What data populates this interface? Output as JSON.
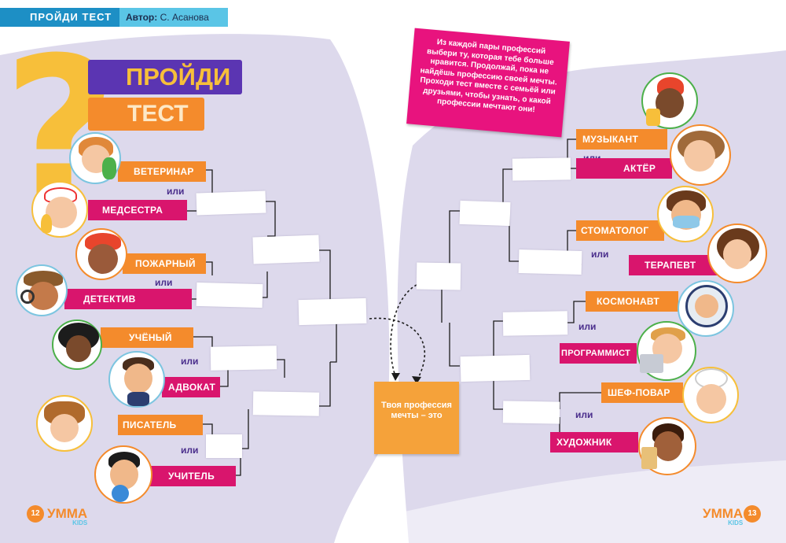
{
  "header": {
    "section": "ПРОЙДИ ТЕСТ",
    "author_label": "Автор:",
    "author_name": "С. Асанова"
  },
  "title": {
    "line1": "ПРОЙДИ",
    "line2": "ТЕСТ",
    "question_mark": "?"
  },
  "instruction": "Из каждой пары профессий выбери ту, которая тебе больше нравится. Продолжай, пока не найдёшь профессию своей мечты. Проходи тест вместе с семьёй или друзьями, чтобы узнать, о какой профессии мечтают они!",
  "connector": "или",
  "left_professions": {
    "veterinar": "ВЕТЕРИНАР",
    "medsestra": "МЕДСЕСТРА",
    "pozharny": "ПОЖАРНЫЙ",
    "detektiv": "ДЕТЕКТИВ",
    "ucheny": "УЧЁНЫЙ",
    "advokat": "АДВОКАТ",
    "pisatel": "ПИСАТЕЛЬ",
    "uchitel": "УЧИТЕЛЬ"
  },
  "right_professions": {
    "muzykant": "МУЗЫКАНТ",
    "akter": "АКТЁР",
    "stomatolog": "СТОМАТОЛОГ",
    "terapevt": "ТЕРАПЕВТ",
    "kosmonavt": "КОСМОНАВТ",
    "programmist": "ПРОГРАММИСТ",
    "shef_povar": "ШЕФ-ПОВАР",
    "hudozhnik": "ХУДОЖНИК"
  },
  "final_box": "Твоя профессия мечты – это",
  "footer": {
    "page_left": "12",
    "page_right": "13",
    "logo_main": "УММА",
    "logo_sub": "KIDS"
  },
  "colors": {
    "orange": "#f48b2c",
    "magenta": "#d9156d",
    "purple": "#5b35b2",
    "yellow": "#f7bf3a",
    "background_shape": "#ddd9ec"
  }
}
